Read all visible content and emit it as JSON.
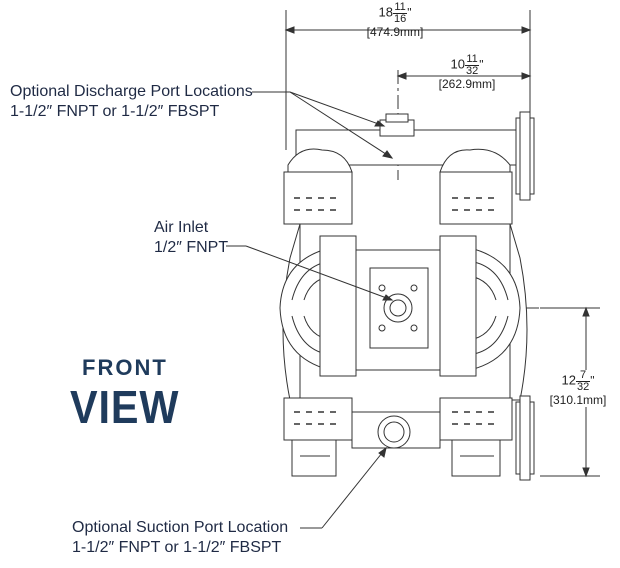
{
  "labels": {
    "discharge_line1": "Optional Discharge Port Locations",
    "discharge_line2": "1-1/2″ FNPT or 1-1/2″ FBSPT",
    "air_line1": "Air Inlet",
    "air_line2": "1/2″ FNPT",
    "suction_line1": "Optional Suction Port Location",
    "suction_line2": "1-1/2″ FNPT or 1-1/2″ FBSPT",
    "front": "FRONT",
    "view": "VIEW"
  },
  "dimensions": {
    "width_total": {
      "whole": "18",
      "num": "11",
      "den": "16",
      "unit": "\"",
      "mm": "[474.9mm]"
    },
    "width_half": {
      "whole": "10",
      "num": "11",
      "den": "32",
      "unit": "\"",
      "mm": "[262.9mm]"
    },
    "height": {
      "whole": "12",
      "num": "7",
      "den": "32",
      "unit": "\"",
      "mm": "[310.1mm]"
    }
  },
  "colors": {
    "text": "#1f2a44",
    "title": "#1f3b5c",
    "line": "#333333"
  }
}
